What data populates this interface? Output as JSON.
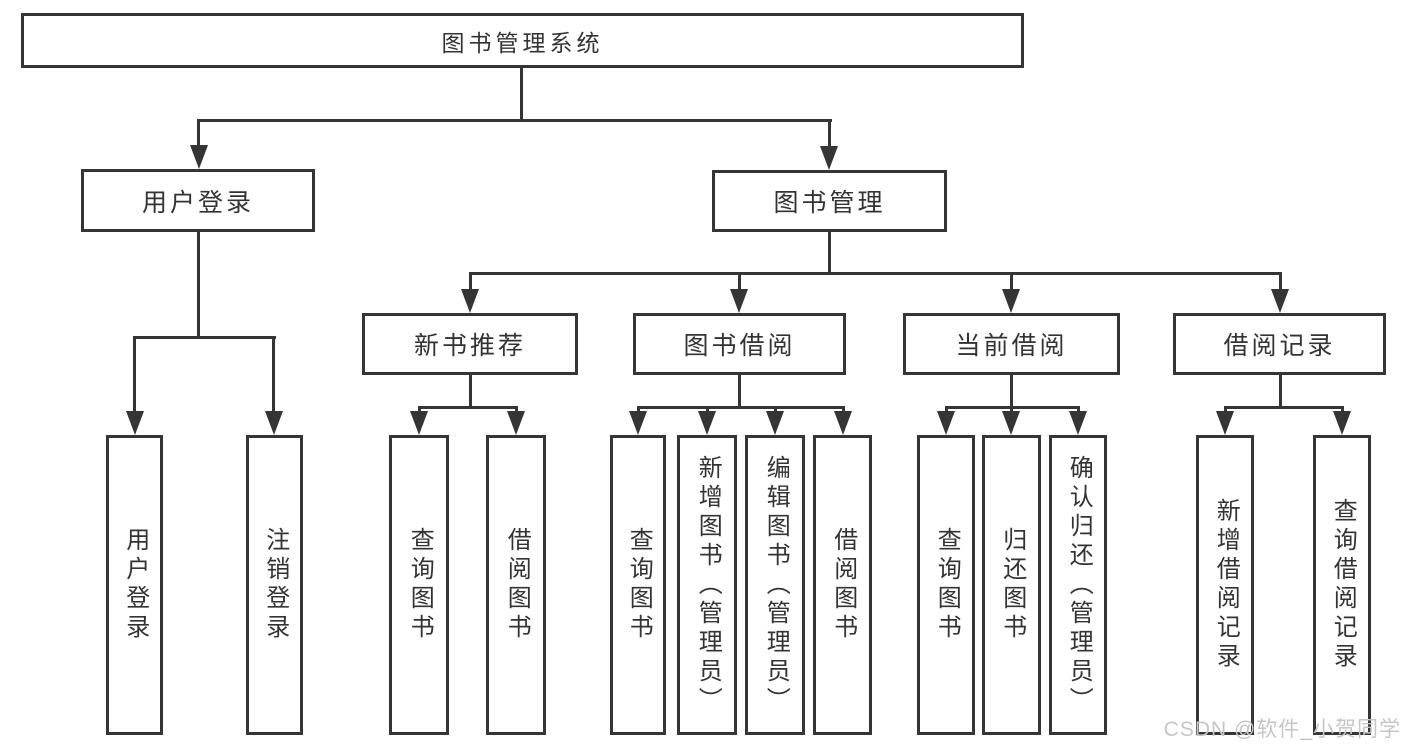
{
  "tree": {
    "root": {
      "label": "图书管理系统"
    },
    "branches": [
      {
        "label": "用户登录",
        "children": [
          {
            "label": "用户登录"
          },
          {
            "label": "注销登录"
          }
        ]
      },
      {
        "label": "图书管理",
        "groups": [
          {
            "label": "新书推荐",
            "children": [
              {
                "label": "查询图书"
              },
              {
                "label": "借阅图书"
              }
            ]
          },
          {
            "label": "图书借阅",
            "children": [
              {
                "label": "查询图书"
              },
              {
                "label": "新增图书（管理员）"
              },
              {
                "label": "编辑图书（管理员）"
              },
              {
                "label": "借阅图书"
              }
            ]
          },
          {
            "label": "当前借阅",
            "children": [
              {
                "label": "查询图书"
              },
              {
                "label": "归还图书"
              },
              {
                "label": "确认归还（管理员）"
              }
            ]
          },
          {
            "label": "借阅记录",
            "children": [
              {
                "label": "新增借阅记录"
              },
              {
                "label": "查询借阅记录"
              }
            ]
          }
        ]
      }
    ]
  },
  "watermark": {
    "text": "CSDN @软件_小贺同学"
  },
  "colors": {
    "line": "#353535",
    "text": "#333333",
    "watermark": "#c6c6c6",
    "background": "#ffffff"
  }
}
